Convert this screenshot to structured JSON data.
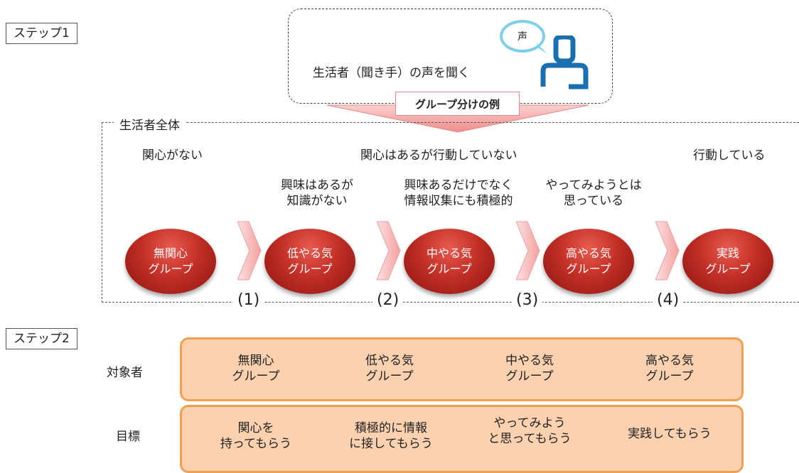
{
  "step1": {
    "label": "ステップ1"
  },
  "step2": {
    "label": "ステップ2"
  },
  "top_box": {
    "text": "生活者（聞き手）の声を聞く",
    "bubble_text": "声"
  },
  "banner": {
    "text": "グループ分けの例"
  },
  "frame": {
    "label": "生活者全体"
  },
  "categories": {
    "no_interest": "関心がない",
    "interest_no_action": "関心はあるが行動していない",
    "acting": "行動している"
  },
  "descriptions": [
    {
      "line1": "興味はあるが",
      "line2": "知識がない"
    },
    {
      "line1": "興味あるだけでなく",
      "line2": "情報収集にも積極的"
    },
    {
      "line1": "やってみようとは",
      "line2": "思っている"
    }
  ],
  "groups": [
    {
      "line1": "無関心",
      "line2": "グループ"
    },
    {
      "line1": "低やる気",
      "line2": "グループ"
    },
    {
      "line1": "中やる気",
      "line2": "グループ"
    },
    {
      "line1": "高やる気",
      "line2": "グループ"
    },
    {
      "line1": "実践",
      "line2": "グループ"
    }
  ],
  "transitions": [
    "(1)",
    "(2)",
    "(3)",
    "(4)"
  ],
  "rows": {
    "target_label": "対象者",
    "goal_label": "目標"
  },
  "targets": [
    {
      "line1": "無関心",
      "line2": "グループ"
    },
    {
      "line1": "低やる気",
      "line2": "グループ"
    },
    {
      "line1": "中やる気",
      "line2": "グループ"
    },
    {
      "line1": "高やる気",
      "line2": "グループ"
    }
  ],
  "goals": [
    {
      "line1": "関心を",
      "line2": "持ってもらう"
    },
    {
      "line1": "積極的に情報",
      "line2": "に接してもらう"
    },
    {
      "line1": "やってみよう",
      "line2": "と思ってもらう"
    },
    {
      "line1": "実践してもらう",
      "line2": ""
    }
  ],
  "colors": {
    "ellipse": "#c22f26",
    "arrow": "#f4a0a0",
    "orange_fill": "#fbd1b0",
    "orange_border": "#f0a050",
    "bubble": "#7fcfe8",
    "person_icon": "#1a6fb0"
  }
}
